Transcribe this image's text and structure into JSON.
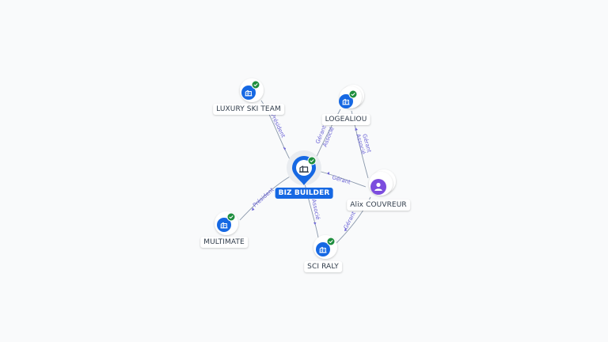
{
  "colors": {
    "company": "#1668e3",
    "person": "#7c4dde",
    "verified": "#1e8e3e",
    "edge": "#8a98ab",
    "edge_label": "#6b63d6",
    "background": "#f9fafb"
  },
  "nodes": {
    "biz_builder": {
      "label": "BIZ BUILDER",
      "icon": "building-icon",
      "verified": true
    },
    "luxury_ski": {
      "label": "LUXURY SKI TEAM",
      "icon": "building-icon",
      "verified": true
    },
    "logealiou": {
      "label": "LOGEALIOU",
      "icon": "building-icon",
      "verified": true
    },
    "multimate": {
      "label": "MULTIMATE",
      "icon": "building-icon",
      "verified": true
    },
    "sci_raly": {
      "label": "SCI RALY",
      "icon": "building-icon",
      "verified": true
    },
    "alix": {
      "label": "Alix COUVREUR",
      "icon": "person-icon",
      "verified": false
    }
  },
  "edges": {
    "luxury_biz": "Président",
    "multi_biz": "Président",
    "biz_sci": "Associé",
    "biz_loge_1": "Gérant",
    "biz_loge_2": "Associé",
    "alix_biz": "Gérant",
    "alix_loge_1": "Gérant",
    "alix_loge_2": "Associé",
    "alix_sci": "Gérant"
  }
}
